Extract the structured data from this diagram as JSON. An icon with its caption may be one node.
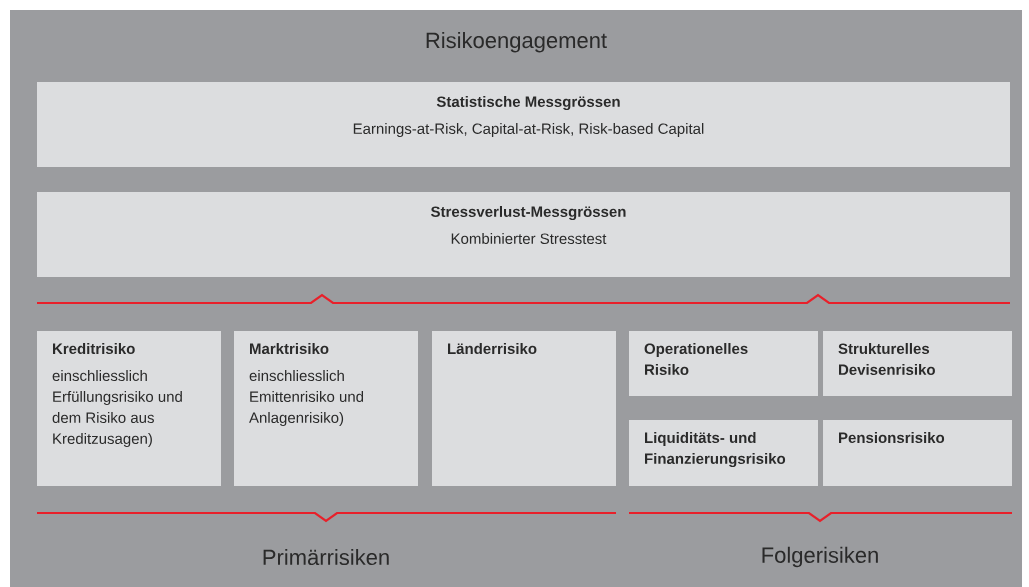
{
  "diagram": {
    "nodes": [
      {
        "text": [
          "Risikoengagement"
        ]
      },
      {
        "text": [
          "Statistische Messgrössen",
          "Earnings-at-Risk, Capital-at-Risk, Risk-based Capital"
        ],
        "in": 0
      },
      {
        "text": [
          "Stressverlust-Messgrössen",
          "Kombinierter Stresstest"
        ],
        "in": 0
      },
      {
        "text": [
          "Kreditrisiko",
          "einschliesslich Erfüllungsrisiko und dem Risiko aus Kreditzusagen)"
        ],
        "in": 0
      },
      {
        "text": [
          "Marktrisiko",
          "einschliesslich Emittenrisiko und Anlagenrisiko)"
        ],
        "in": 0
      },
      {
        "text": [
          "Länderrisiko"
        ],
        "in": 0
      },
      {
        "text": [
          "Operationelles Risiko"
        ],
        "in": 0
      },
      {
        "text": [
          "Strukturelles Devisenrisiko"
        ],
        "in": 0
      },
      {
        "text": [
          "Liquiditäts- und Finanzierungsrisiko"
        ],
        "in": 0
      },
      {
        "text": [
          "Pensionsrisiko"
        ],
        "in": 0
      }
    ],
    "labels": [
      "Primärrisiken",
      "Folgerisiken"
    ]
  }
}
